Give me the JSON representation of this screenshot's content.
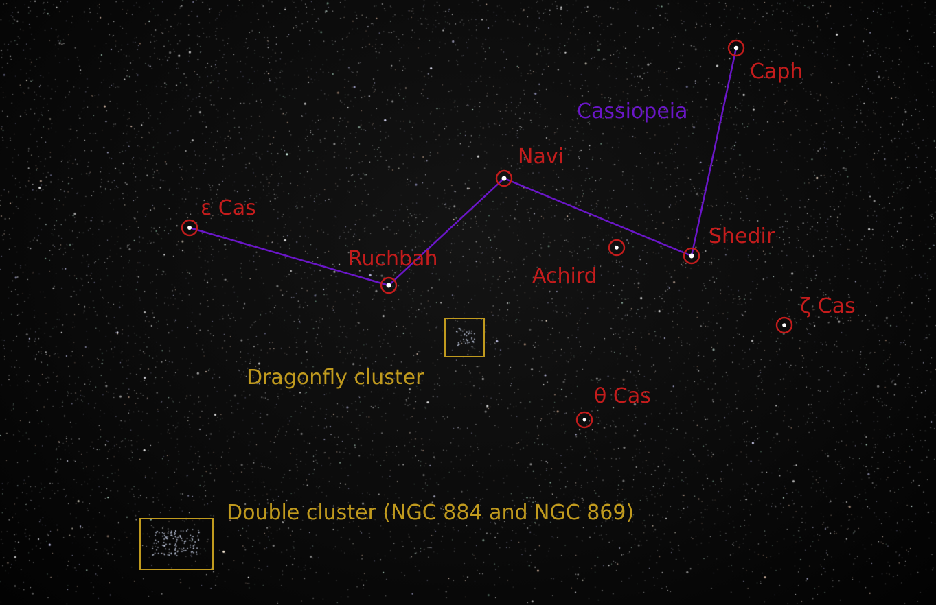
{
  "constellation": {
    "name": "Cassiopeia",
    "color": "#6a16c8"
  },
  "stars": [
    {
      "id": "caph",
      "label": "Caph"
    },
    {
      "id": "navi",
      "label": "Navi"
    },
    {
      "id": "eps-cas",
      "label": "ε Cas"
    },
    {
      "id": "ruchbah",
      "label": "Ruchbah"
    },
    {
      "id": "achird",
      "label": "Achird"
    },
    {
      "id": "shedir",
      "label": "Shedir"
    },
    {
      "id": "zeta-cas",
      "label": "ζ Cas"
    },
    {
      "id": "theta-cas",
      "label": "θ Cas"
    }
  ],
  "clusters": [
    {
      "id": "dragonfly",
      "label": "Dragonfly cluster"
    },
    {
      "id": "double",
      "label": "Double cluster (NGC 884 and NGC 869)"
    }
  ],
  "colors": {
    "star_label": "#c41c1c",
    "star_marker": "#c41c1c",
    "cluster": "#c09a1e",
    "background": "#050505"
  }
}
